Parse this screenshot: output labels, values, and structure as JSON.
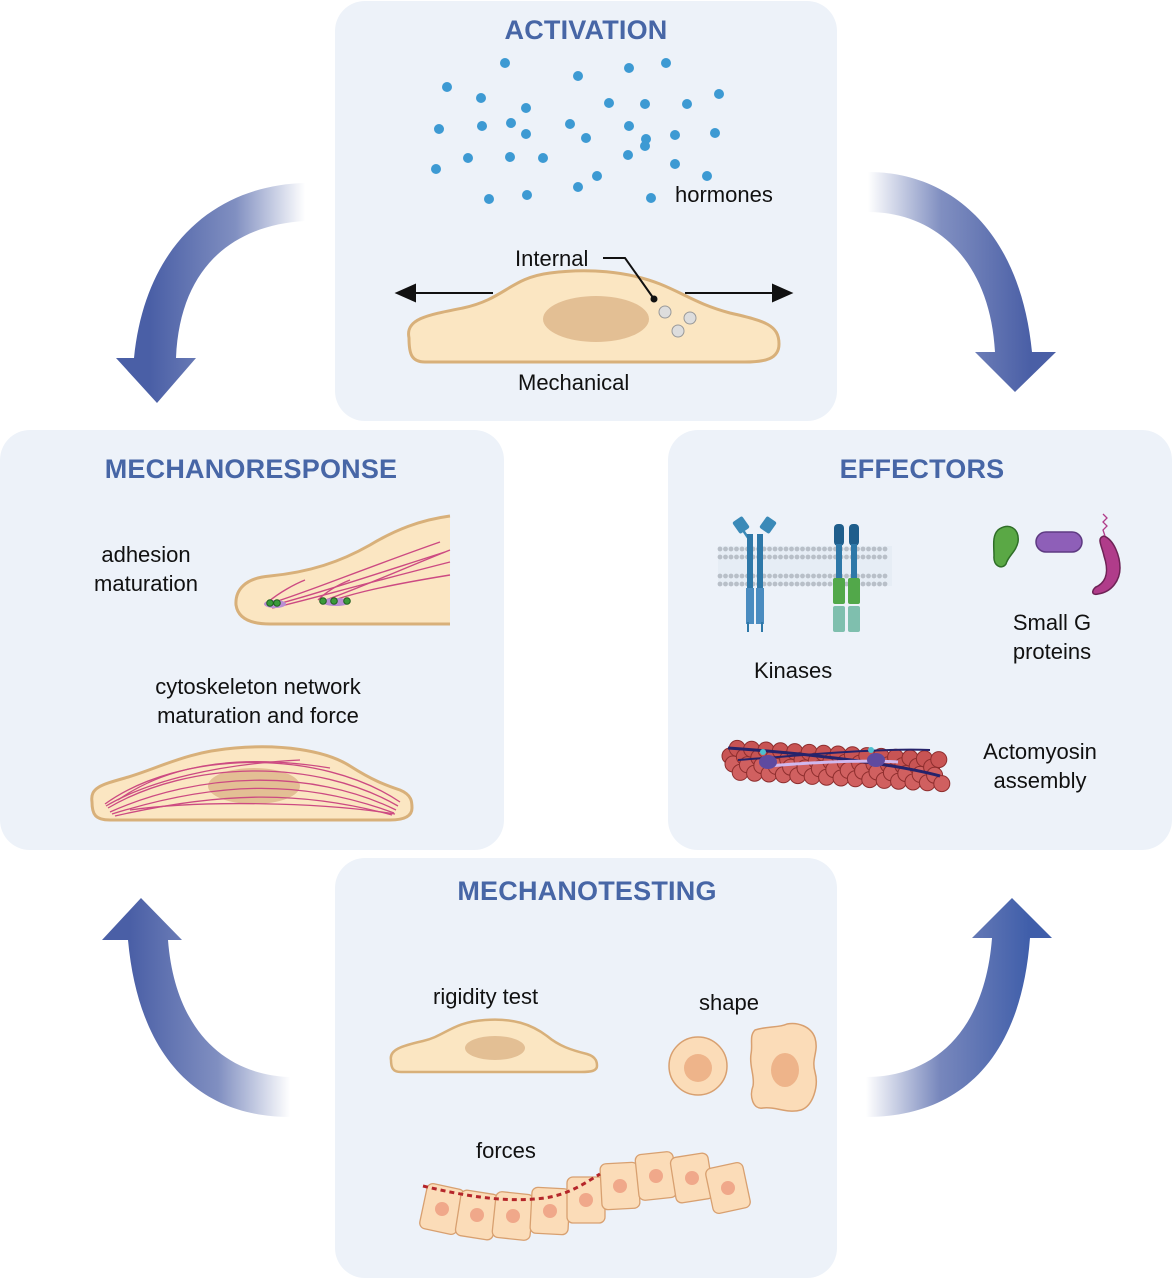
{
  "panels": {
    "activation": {
      "title": "ACTIVATION",
      "hormones_label": "hormones",
      "internal_label": "Internal",
      "mechanical_label": "Mechanical"
    },
    "mechanoresponse": {
      "title": "MECHANORESPONSE",
      "adhesion_label_1": "adhesion",
      "adhesion_label_2": "maturation",
      "cytoskeleton_label_1": "cytoskeleton network",
      "cytoskeleton_label_2": "maturation and force"
    },
    "effectors": {
      "title": "EFFECTORS",
      "kinases_label": "Kinases",
      "small_g_label_1": "Small G",
      "small_g_label_2": "proteins",
      "actomyosin_label_1": "Actomyosin",
      "actomyosin_label_2": "assembly"
    },
    "mechanotesting": {
      "title": "MECHANOTESTING",
      "rigidity_label": "rigidity test",
      "shape_label": "shape",
      "forces_label": "forces"
    }
  },
  "colors": {
    "panel_bg": "#edf2f9",
    "title": "#4766a6",
    "arrow": "#4a5fa6",
    "cell_fill": "#fbe6c2",
    "cell_stroke": "#d8b07a",
    "nucleus": "#e3bf94",
    "hormone_dot": "#3d9ad3",
    "actin_fiber": "#cc4a82"
  },
  "icons": [
    "cycle-arrow-icon",
    "cell-icon",
    "hormone-dot-icon",
    "receptor-kinase-icon",
    "small-g-protein-icon",
    "actomyosin-filament-icon",
    "epithelium-icon"
  ]
}
